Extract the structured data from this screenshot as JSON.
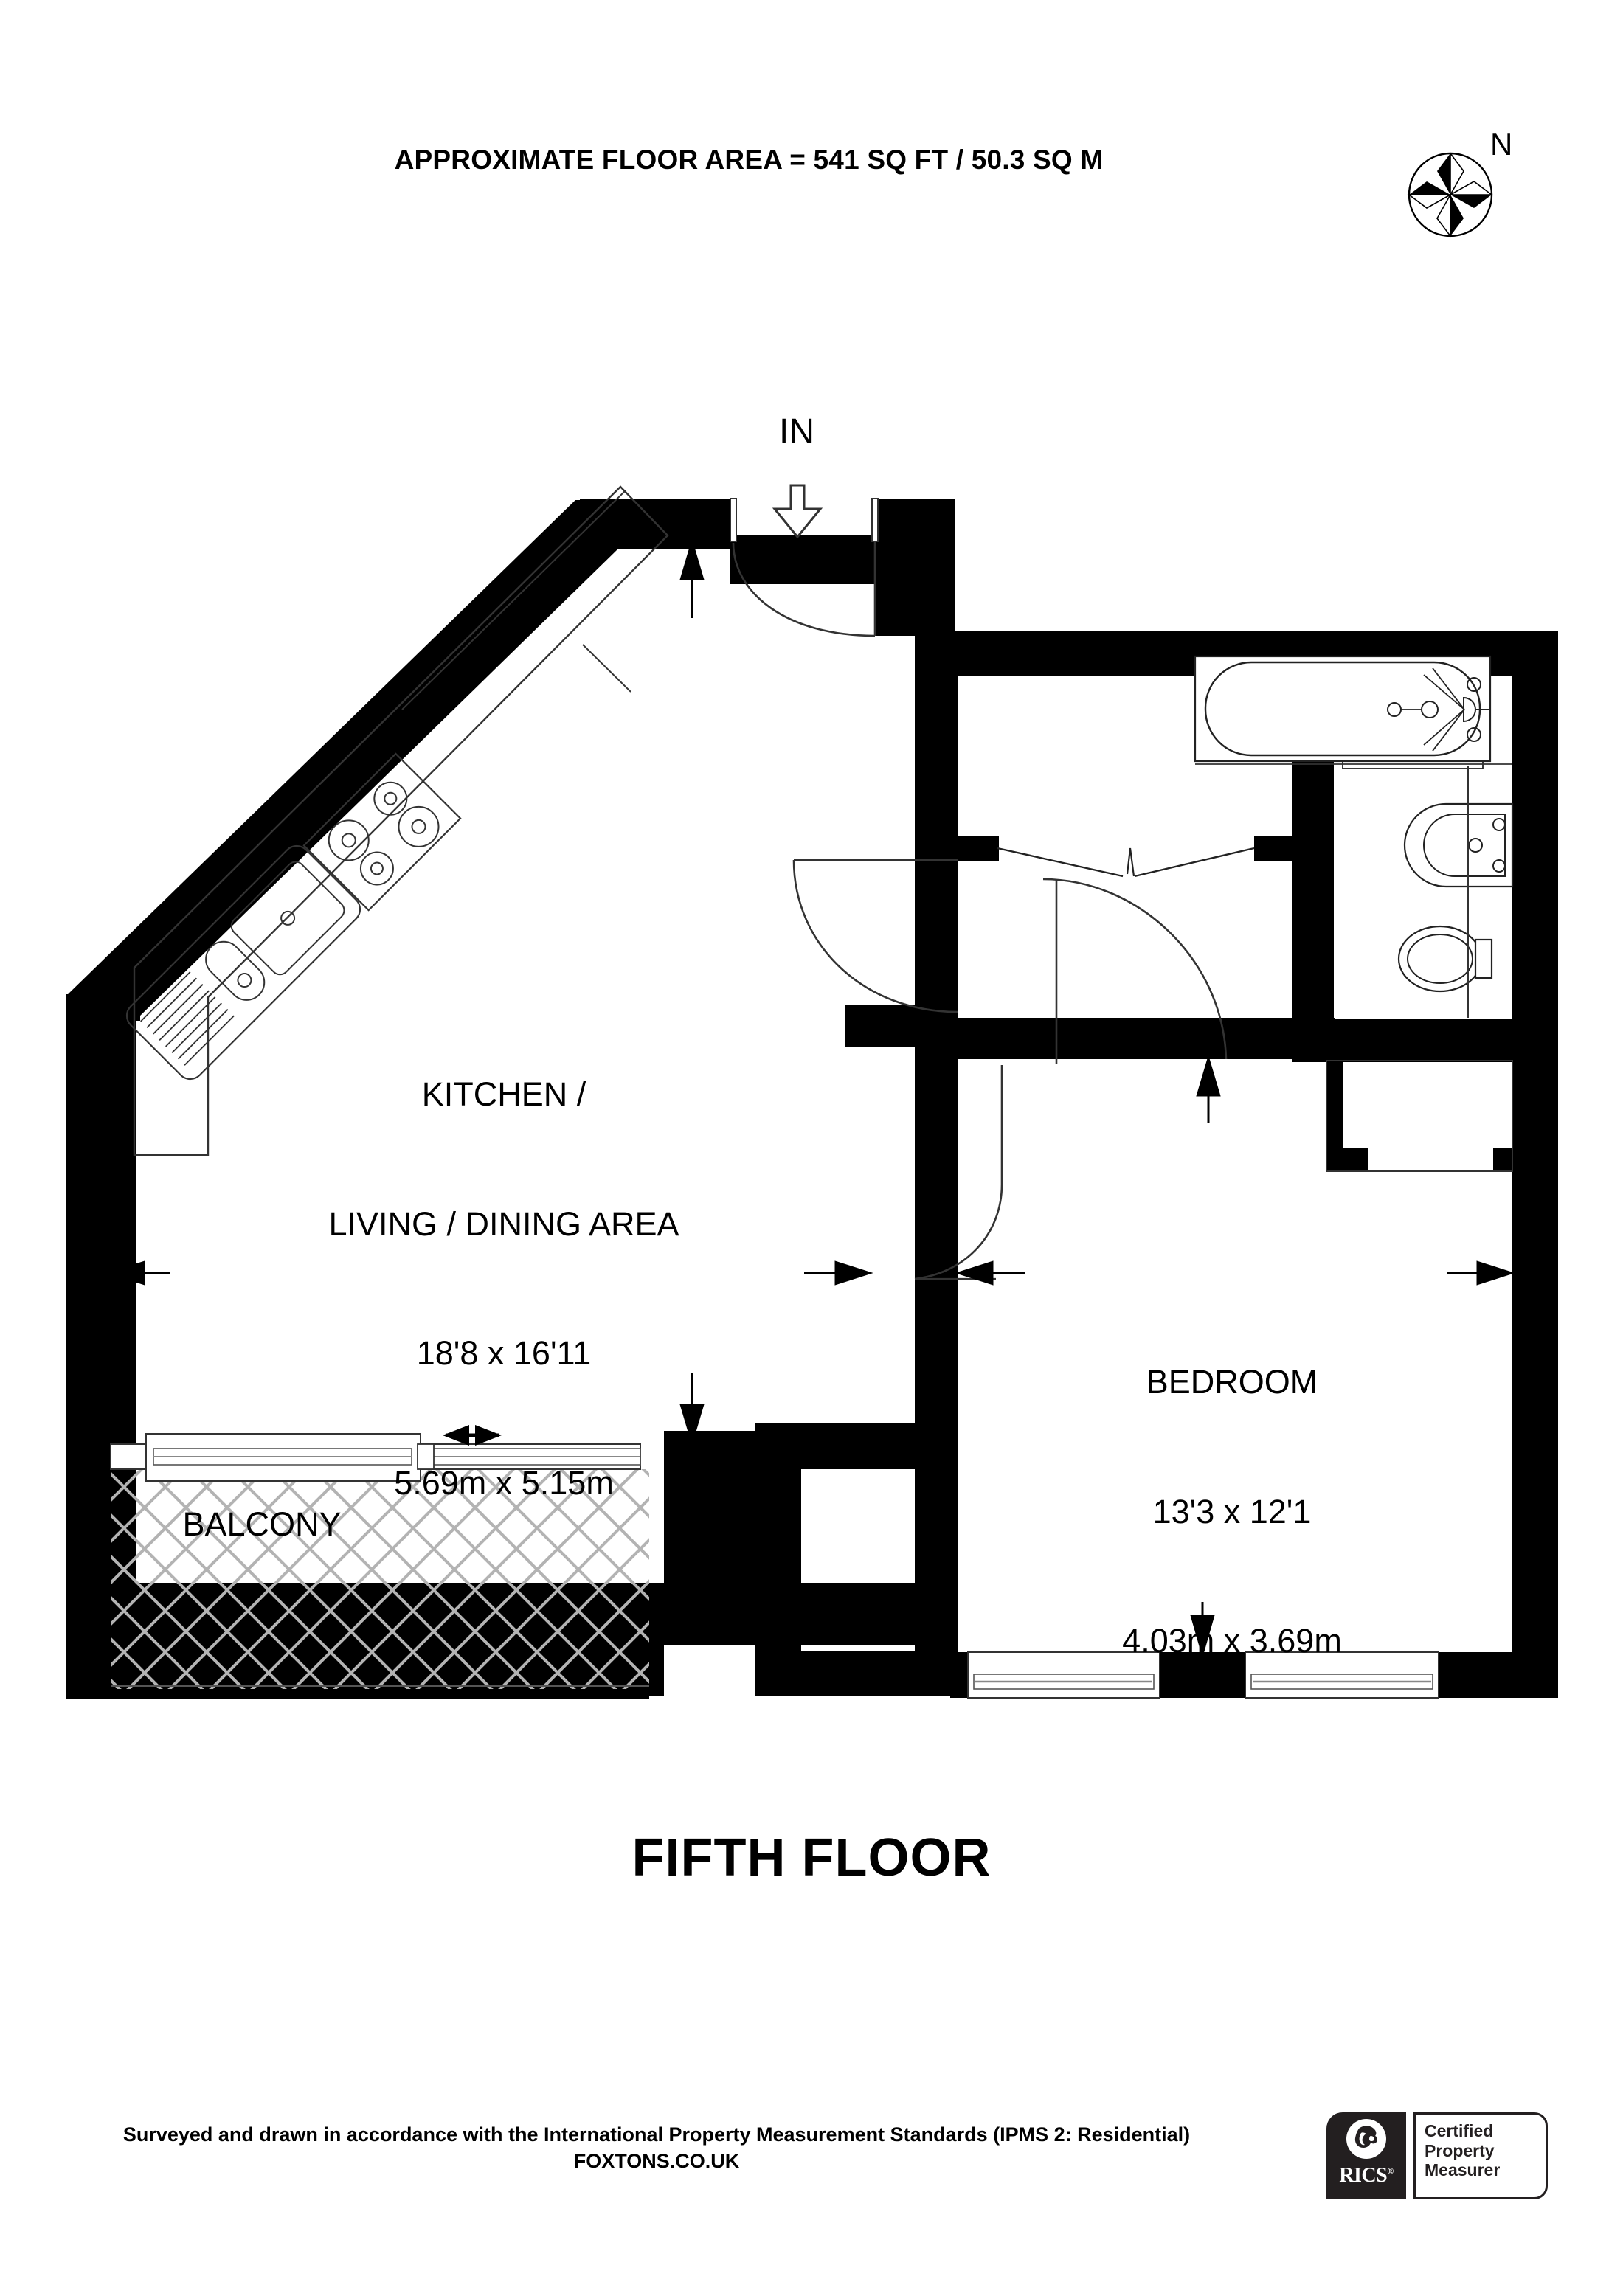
{
  "header": {
    "area_title": "APPROXIMATE FLOOR AREA = 541 SQ FT / 50.3 SQ M",
    "compass_north_label": "N",
    "compass_icon": "compass-rose-icon"
  },
  "plan": {
    "floor_title": "FIFTH FLOOR",
    "entrance_label": "IN",
    "entrance_arrow_icon": "down-arrow-icon",
    "rooms": [
      {
        "id": "kitchen-living-dining",
        "name_line1": "KITCHEN /",
        "name_line2": "LIVING / DINING AREA",
        "dimensions_imperial": "18'8 x 16'11",
        "dimensions_metric": "5.69m x 5.15m"
      },
      {
        "id": "bedroom",
        "name_line1": "BEDROOM",
        "dimensions_imperial": "13'3 x 12'1",
        "dimensions_metric": "4.03m x 3.69m"
      },
      {
        "id": "balcony",
        "name_line1": "BALCONY"
      }
    ],
    "fixtures": [
      "kitchen-sink-icon",
      "kitchen-hob-icon",
      "bathtub-icon",
      "wash-basin-icon",
      "toilet-icon",
      "sliding-door-icon",
      "window-icon",
      "wardrobe-icon"
    ],
    "colors": {
      "wall": "#000000",
      "line": "#1a1a1a",
      "balcony_hatch": "#b3b3b3",
      "background": "#ffffff"
    }
  },
  "footer": {
    "disclaimer_line1": "Surveyed and drawn in accordance with the International Property Measurement Standards (IPMS 2:",
    "disclaimer_line2": "Residential) FOXTONS.CO.UK",
    "rics": {
      "brand": "RICS",
      "registered_mark": "®",
      "cert_line1": "Certified",
      "cert_line2": "Property",
      "cert_line3": "Measurer",
      "lion_icon": "rics-lion-icon"
    }
  }
}
